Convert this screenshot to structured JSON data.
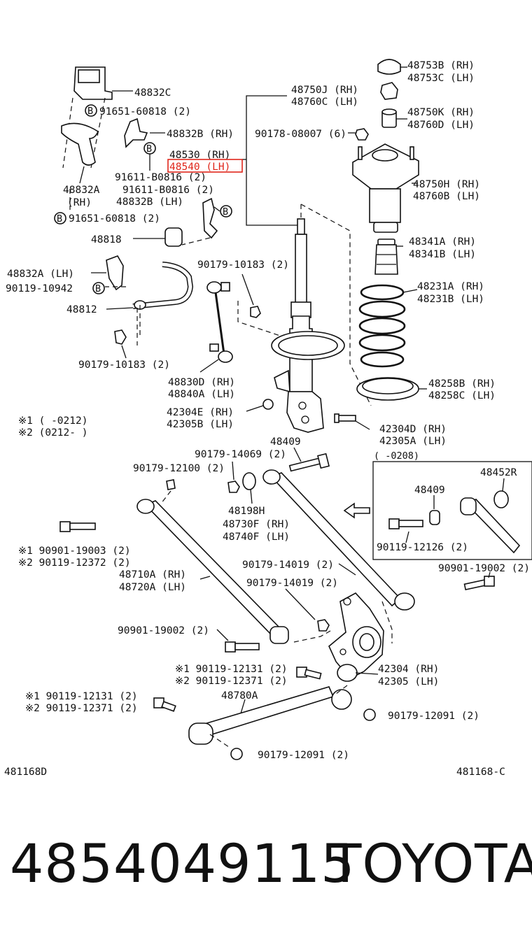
{
  "diagram": {
    "labels": {
      "l48832C": "48832C",
      "l91651a": "91651-60818 (2)",
      "l48832B_RH": "48832B (RH)",
      "l48530": "48530 (RH)",
      "l48540": "48540 (LH)",
      "l91611a": "91611-B0816 (2)",
      "l91611b": "91611-B0816 (2)",
      "l48832B_LH": "48832B (LH)",
      "l48832A": "48832A",
      "l48832A_rh": "(RH)",
      "l91651b": "91651-60818 (2)",
      "l48818": "48818",
      "l48832A_LH": "48832A (LH)",
      "l90119_10942": "90119-10942",
      "l48812": "48812",
      "l90179_10183a": "90179-10183 (2)",
      "l90179_10183b": "90179-10183 (2)",
      "l48830D": "48830D (RH)",
      "l48840A": "48840A (LH)",
      "l42304E": "42304E (RH)",
      "l42305B": "42305B (LH)",
      "l48750J": "48750J (RH)",
      "l48760C": "48760C (LH)",
      "l90178": "90178-08007 (6)",
      "l48753B": "48753B (RH)",
      "l48753C": "48753C (LH)",
      "l48750K": "48750K (RH)",
      "l48760D": "48760D (LH)",
      "l48750H": "48750H (RH)",
      "l48760B": "48760B (LH)",
      "l48341A": "48341A (RH)",
      "l48341B": "48341B (LH)",
      "l48231A": "48231A (RH)",
      "l48231B": "48231B (LH)",
      "l48258B": "48258B (RH)",
      "l48258C": "48258C (LH)",
      "l42304D": "42304D (RH)",
      "l42305A": "42305A (LH)",
      "l48409a": "48409",
      "l48409b": "48409",
      "l48452R": "48452R",
      "l0208": "(     -0208)",
      "l90119_12126": "90119-12126 (2)",
      "lnote1": "※1 (     -0212)",
      "lnote2": "※2 (0212-     )",
      "l90179_14069": "90179-14069 (2)",
      "l90179_12100": "90179-12100 (2)",
      "l48198H": "48198H",
      "l48730F": "48730F (RH)",
      "l48740F": "48740F (LH)",
      "l90901_19003": "※1 90901-19003 (2)",
      "l90119_12372": "※2 90119-12372 (2)",
      "l48710A": "48710A (RH)",
      "l48720A": "48720A (LH)",
      "l90179_14019a": "90179-14019 (2)",
      "l90179_14019b": "90179-14019 (2)",
      "l90901_19002a": "90901-19002 (2)",
      "l90901_19002b": "90901-19002 (2)",
      "l90119_12131a": "※1 90119-12131 (2)",
      "l90119_12371a": "※2 90119-12371 (2)",
      "l42304": "42304 (RH)",
      "l42305": "42305 (LH)",
      "l48780A": "48780A",
      "l90119_12131b": "※1  90119-12131 (2)",
      "l90119_12371b": "※2  90119-12371 (2)",
      "l90179_12091a": "90179-12091 (2)",
      "l90179_12091b": "90179-12091 (2)",
      "l481168D": "481168D",
      "l481168C": "481168-C",
      "bolt_letter": "B"
    },
    "highlight_color": "#e0261b"
  },
  "footer": {
    "part_number": "4854049115",
    "brand": "TOYOTA"
  }
}
